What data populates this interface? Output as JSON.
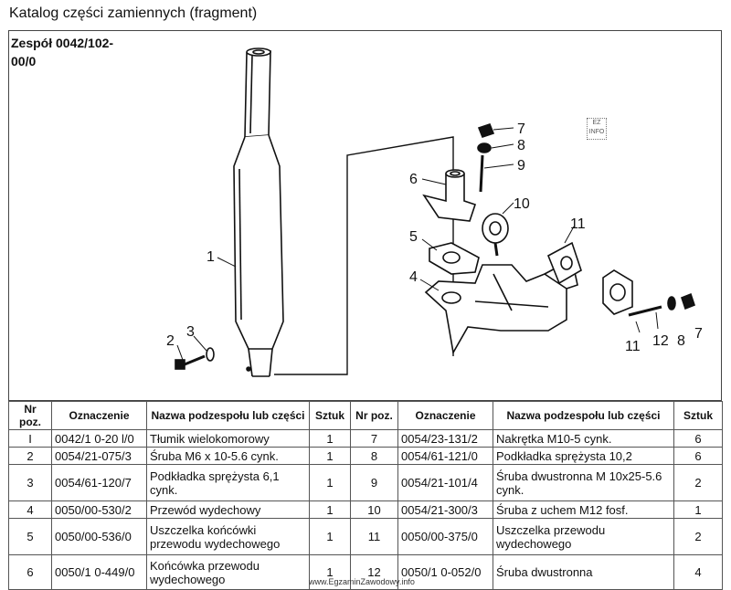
{
  "title": "Katalog części zamiennych (fragment)",
  "assembly": "Zespół 0042/102-00/0",
  "stamp": "EZ INFO",
  "callouts": [
    "1",
    "2",
    "3",
    "4",
    "5",
    "6",
    "7",
    "8",
    "9",
    "10",
    "11",
    "11",
    "12",
    "8",
    "7"
  ],
  "table": {
    "headers": [
      "Nr poz.",
      "Oznaczenie",
      "Nazwa podzespołu lub części",
      "Sztuk",
      "Nr poz.",
      "Oznaczenie",
      "Nazwa podzespołu lub części",
      "Sztuk"
    ],
    "rows": [
      [
        "I",
        "0042/1 0-20 l/0",
        "Tłumik wielokomorowy",
        "1",
        "7",
        "0054/23-131/2",
        "Nakrętka M10-5 cynk.",
        "6"
      ],
      [
        "2",
        "0054/21-075/3",
        "Śruba M6 x 10-5.6 cynk.",
        "1",
        "8",
        "0054/61-121/0",
        "Podkładka sprężysta 10,2",
        "6"
      ],
      [
        "3",
        "0054/61-120/7",
        "Podkładka sprężysta 6,1 cynk.",
        "1",
        "9",
        "0054/21-101/4",
        "Śruba dwustronna M 10x25-5.6 cynk.",
        "2"
      ],
      [
        "4",
        "0050/00-530/2",
        "Przewód wydechowy",
        "1",
        "10",
        "0054/21-300/3",
        "Śruba z uchem M12 fosf.",
        "1"
      ],
      [
        "5",
        "0050/00-536/0",
        "Uszczelka końcówki przewodu wydechowego",
        "1",
        "11",
        "0050/00-375/0",
        "Uszczelka przewodu wydechowego",
        "2"
      ],
      [
        "6",
        "0050/1 0-449/0",
        "Końcówka przewodu wydechowego",
        "1",
        "12",
        "0050/1 0-052/0",
        "Śruba dwustronna",
        "4"
      ]
    ]
  },
  "footer": "www.EgzaminZawodowy.info"
}
